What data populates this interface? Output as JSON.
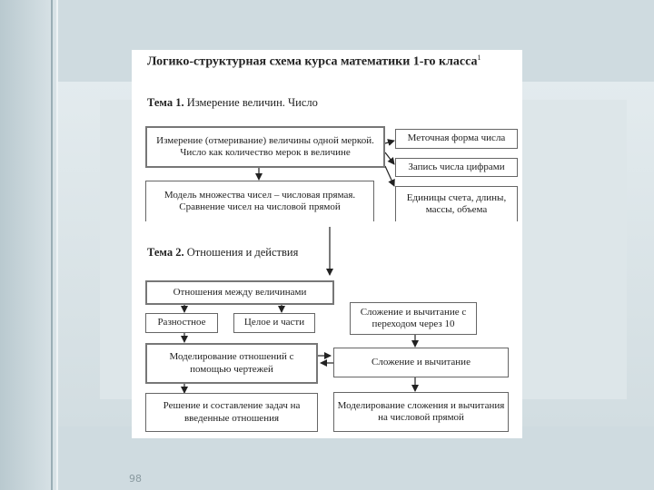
{
  "slide": {
    "number": "98"
  },
  "diagram": {
    "title": "Логико-структурная схема курса математики 1-го класса",
    "title_footnote": "1",
    "topic1": {
      "label": "Тема 1.",
      "text": "Измерение величин. Число"
    },
    "topic2": {
      "label": "Тема 2.",
      "text": "Отношения и действия"
    },
    "boxes": {
      "measure_line1": "Измерение (отмеривание) величины одной меркой.",
      "measure_line2": "Число как количество мерок в величине",
      "mark_form": "Меточная форма числа",
      "digits": "Запись числа цифрами",
      "number_line_model": "Модель множества чисел – числовая прямая. Сравнение чисел на числовой прямой",
      "units": "Единицы счета, длины, массы, объема",
      "relations": "Отношения между величинами",
      "difference": "Разностное",
      "whole_parts": "Целое и части",
      "add_sub_transfer": "Сложение и вычитание с переходом через 10",
      "modeling": "Моделирование отношений с помощью чертежей",
      "add_sub": "Сложение и вычитание",
      "solving": "Решение и составление задач на введенные отношения",
      "modeling_add": "Моделирование сложения и вычитания на числовой прямой"
    }
  }
}
